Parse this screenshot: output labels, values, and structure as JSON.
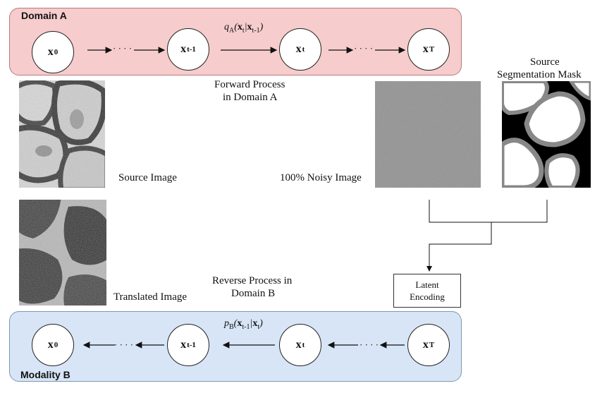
{
  "domain_a": {
    "label": "Domain A",
    "nodes": [
      {
        "base": "x",
        "sub": "0"
      },
      {
        "base": "x",
        "sub": "t-1"
      },
      {
        "base": "x",
        "sub": "t"
      },
      {
        "base": "x",
        "sub": "T"
      }
    ],
    "dots": "· · · ·",
    "equation": {
      "fn": "q",
      "fn_sub": "A",
      "arg": "x",
      "arg_sub": "t",
      "cond": "x",
      "cond_sub": "t-1"
    }
  },
  "modality_b": {
    "label": "Modality B",
    "nodes": [
      {
        "base": "x",
        "sub": "0"
      },
      {
        "base": "x",
        "sub": "t-1"
      },
      {
        "base": "x",
        "sub": "t"
      },
      {
        "base": "x",
        "sub": "T"
      }
    ],
    "dots": "· · · ·",
    "equation": {
      "fn": "p",
      "fn_sub": "B",
      "arg": "x",
      "arg_sub": "t-1",
      "cond": "x",
      "cond_sub": "t"
    }
  },
  "labels": {
    "forward_line1": "Forward Process",
    "forward_line2": "in Domain A",
    "reverse_line1": "Reverse Process in",
    "reverse_line2": "Domain B",
    "source_image": "Source Image",
    "noisy_image": "100% Noisy Image",
    "mask_line1": "Source",
    "mask_line2": "Segmentation Mask",
    "translated_image": "Translated Image",
    "latent_line1": "Latent",
    "latent_line2": "Encoding"
  },
  "colors": {
    "domain_a_fill": "#f6cccc",
    "modality_b_fill": "#d7e5f6"
  }
}
